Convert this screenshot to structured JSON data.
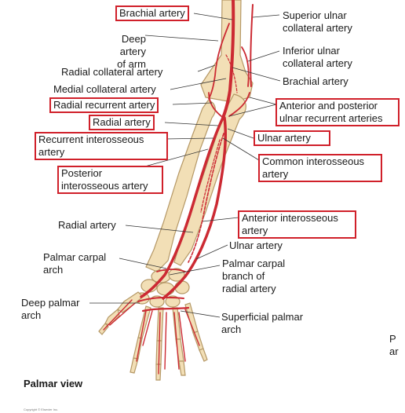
{
  "colors": {
    "bone": "#f2dfb6",
    "bone_edge": "#b59866",
    "artery": "#cc2a33",
    "highlight_box": "#d0202a"
  },
  "labels": {
    "brachial_artery_top": "Brachial artery",
    "deep_artery_of_arm": "Deep artery\nof arm",
    "radial_collateral_artery": "Radial collateral artery",
    "medial_collateral_artery": "Medial collateral artery",
    "radial_recurrent_artery": "Radial recurrent artery",
    "radial_artery_upper": "Radial artery",
    "recurrent_interosseous_artery": "Recurrent interosseous\nartery",
    "posterior_interosseous_artery": "Posterior\ninterosseous artery",
    "radial_artery_lower": "Radial artery",
    "palmar_carpal_arch": "Palmar carpal\narch",
    "deep_palmar_arch": "Deep palmar\narch",
    "superior_ulnar_collateral_artery": "Superior ulnar\ncollateral artery",
    "inferior_ulnar_collateral_artery": "Inferior ulnar\ncollateral artery",
    "brachial_artery_right": "Brachial artery",
    "ant_post_ulnar_recurrent": "Anterior and posterior\nulnar recurrent arteries",
    "ulnar_artery_upper": "Ulnar artery",
    "common_interosseous_artery": "Common interosseous\nartery",
    "anterior_interosseous_artery": "Anterior interosseous\nartery",
    "ulnar_artery_lower": "Ulnar artery",
    "palmar_carpal_branch": "Palmar carpal\nbranch of\nradial artery",
    "superficial_palmar_arch": "Superficial palmar\narch",
    "palmar_view": "Palmar view",
    "cropped_right": "P\nar",
    "footer_credit": "Copyright © Elsevier Inc."
  }
}
